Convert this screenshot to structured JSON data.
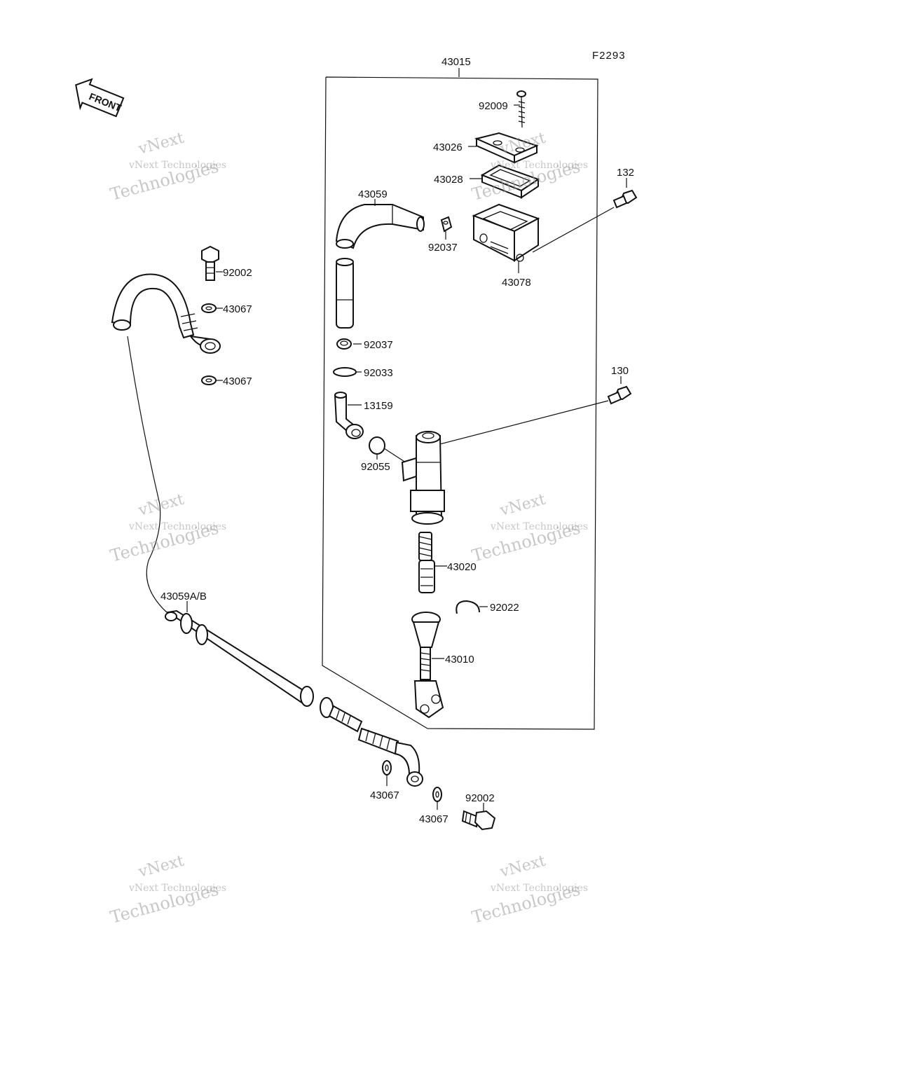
{
  "diagram": {
    "code": "F2293",
    "direction": "FRONT",
    "assembly_label": "43015",
    "labels": {
      "p92009": "92009",
      "p43026": "43026",
      "p43028": "43028",
      "p132": "132",
      "p43059_reservoir": "43059",
      "p92037_a": "92037",
      "p43078": "43078",
      "p92002_top": "92002",
      "p43067_a": "43067",
      "p43067_b": "43067",
      "p92037_b": "92037",
      "p92033": "92033",
      "p13159": "13159",
      "p130": "130",
      "p92055": "92055",
      "p43020": "43020",
      "p92022": "92022",
      "p43010": "43010",
      "p43059ab": "43059A/B",
      "p43067_c": "43067",
      "p43067_d": "43067",
      "p92002_bottom": "92002"
    }
  },
  "watermark": {
    "line1": "vNext",
    "line2": "vNext Technologies",
    "line3": "Technologies"
  }
}
